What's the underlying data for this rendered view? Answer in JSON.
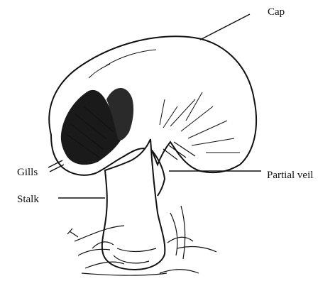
{
  "labels": {
    "cap": "Cap",
    "gills": "Gills",
    "partial_veil": "Partial veil",
    "stalk": "Stalk"
  },
  "colors": {
    "ink": "#111111",
    "paper": "#ffffff"
  }
}
